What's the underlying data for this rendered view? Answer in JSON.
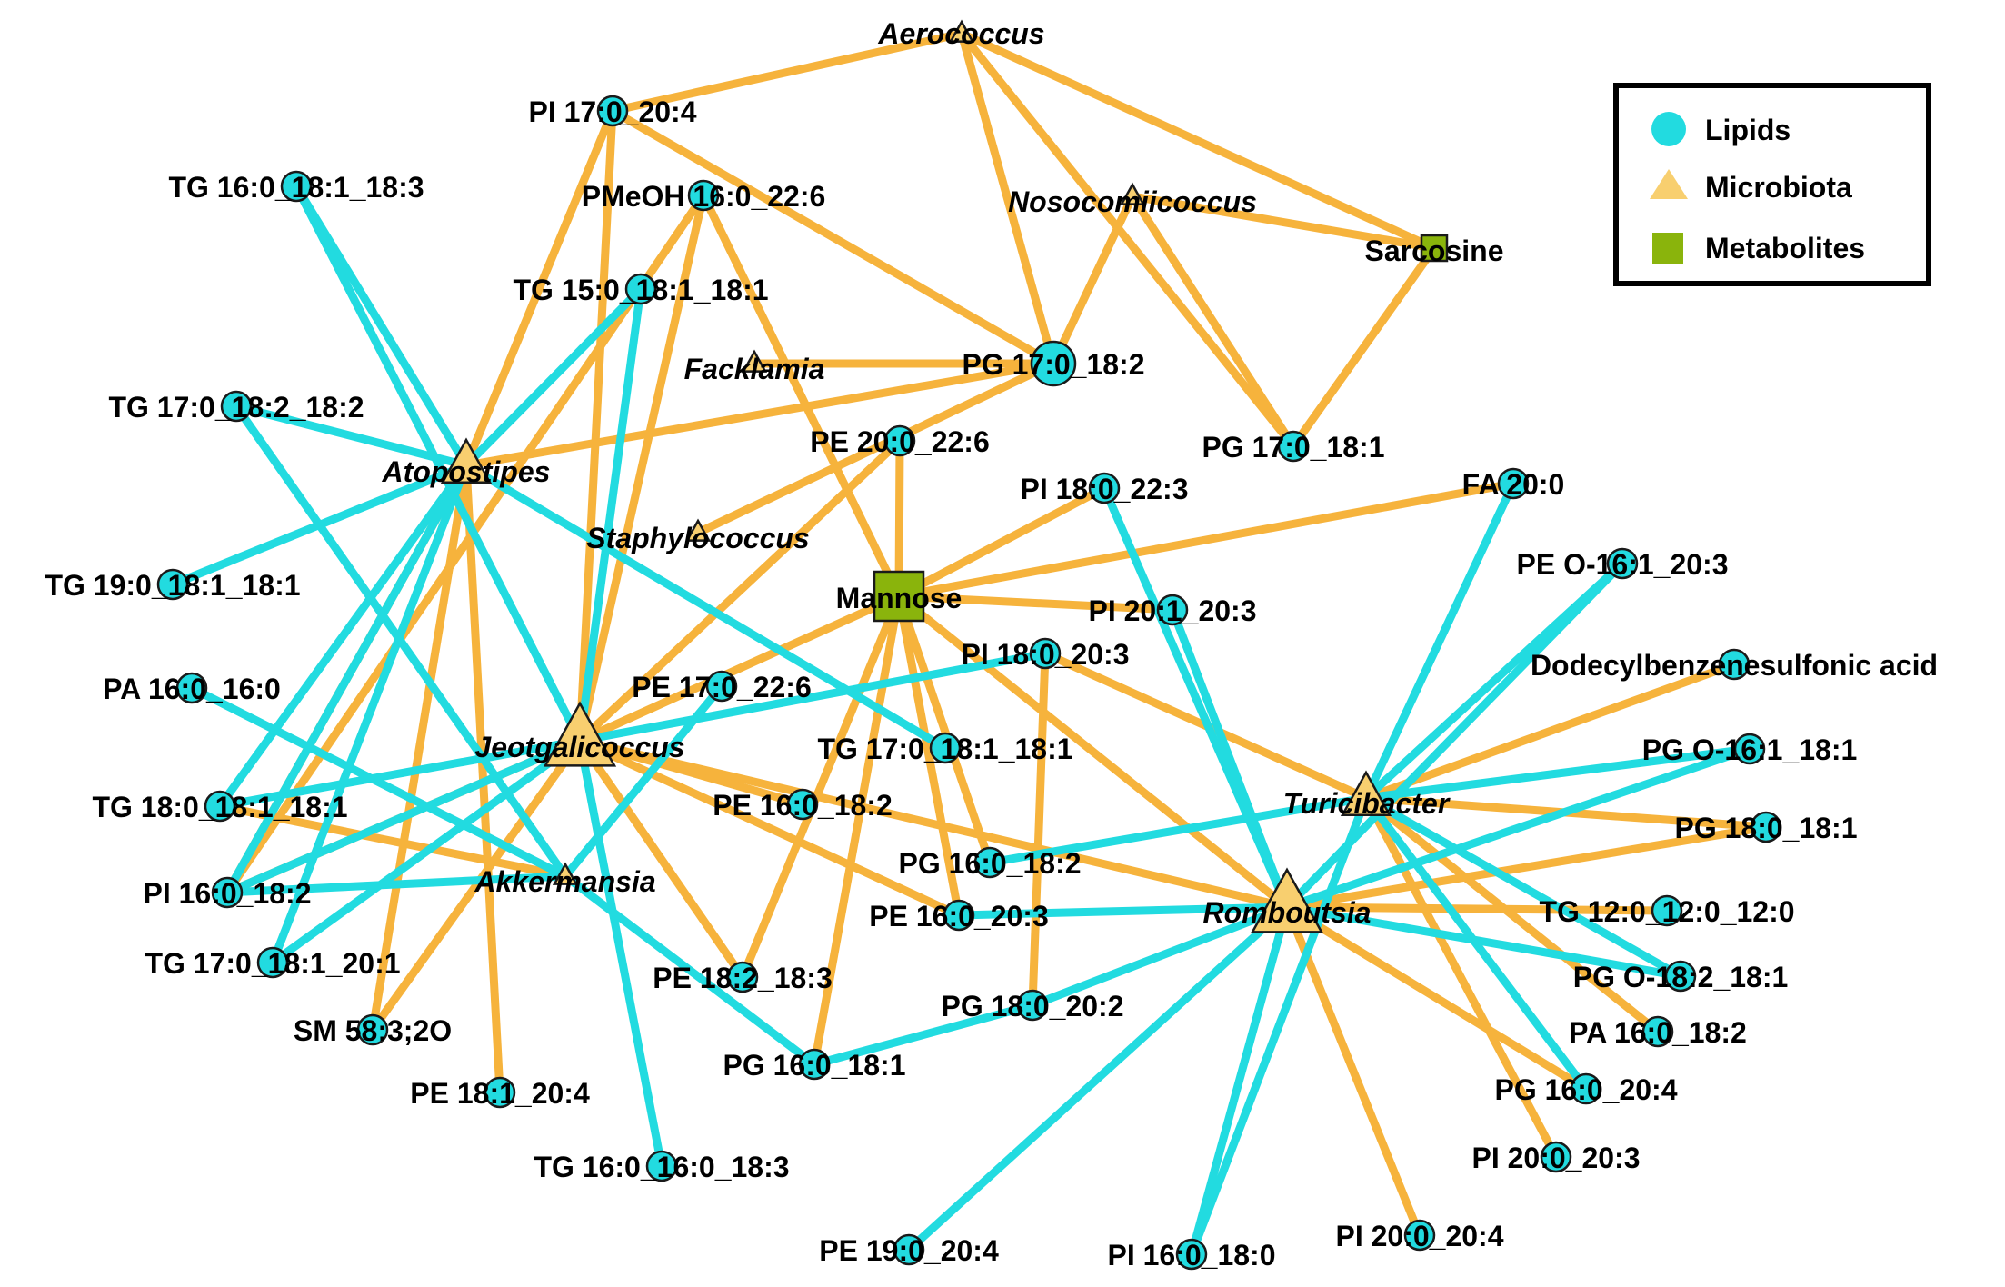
{
  "colors": {
    "lipid": "#22dbe0",
    "microbiota": "#f8cf6f",
    "metabolite": "#8ab40c",
    "edge_positive": "#f6b33c",
    "edge_negative": "#22dbe0",
    "node_stroke": "#1a1a1a"
  },
  "legend": [
    {
      "key": "lipid",
      "label": "Lipids",
      "shape": "circle"
    },
    {
      "key": "microbiota",
      "label": "Microbiota",
      "shape": "triangle"
    },
    {
      "key": "metabolite",
      "label": "Metabolites",
      "shape": "square"
    }
  ],
  "nodes": [
    {
      "id": "aerococcus",
      "label": "Aerococcus",
      "type": "microbiota",
      "size": "small"
    },
    {
      "id": "nosocomiicoccus",
      "label": "Nosocomiicoccus",
      "type": "microbiota",
      "size": "small"
    },
    {
      "id": "facklamia",
      "label": "Facklamia",
      "type": "microbiota",
      "size": "small"
    },
    {
      "id": "staphylococcus",
      "label": "Staphylococcus",
      "type": "microbiota",
      "size": "small"
    },
    {
      "id": "atopostipes",
      "label": "Atopostipes",
      "type": "microbiota",
      "size": "medium"
    },
    {
      "id": "jeotgalicoccus",
      "label": "Jeotgalicoccus",
      "type": "microbiota",
      "size": "large"
    },
    {
      "id": "akkermansia",
      "label": "Akkermansia",
      "type": "microbiota",
      "size": "small"
    },
    {
      "id": "turicibacter",
      "label": "Turicibacter",
      "type": "microbiota",
      "size": "medium"
    },
    {
      "id": "romboutsia",
      "label": "Romboutsia",
      "type": "microbiota",
      "size": "large"
    },
    {
      "id": "sarcosine",
      "label": "Sarcosine",
      "type": "metabolite",
      "size": "small"
    },
    {
      "id": "mannose",
      "label": "Mannose",
      "type": "metabolite",
      "size": "large"
    },
    {
      "id": "pi17_204",
      "label": "PI 17:0_20:4",
      "type": "lipid"
    },
    {
      "id": "tg16_181_183",
      "label": "TG 16:0_18:1_18:3",
      "type": "lipid"
    },
    {
      "id": "pmeoh",
      "label": "PMeOH 16:0_22:6",
      "type": "lipid"
    },
    {
      "id": "tg15",
      "label": "TG 15:0_18:1_18:1",
      "type": "lipid"
    },
    {
      "id": "pg17_182",
      "label": "PG 17:0_18:2",
      "type": "lipid",
      "size": "large"
    },
    {
      "id": "tg17_182",
      "label": "TG 17:0_18:2_18:2",
      "type": "lipid"
    },
    {
      "id": "pe20_226",
      "label": "PE 20:0_22:6",
      "type": "lipid"
    },
    {
      "id": "pg17_181",
      "label": "PG 17:0_18:1",
      "type": "lipid"
    },
    {
      "id": "pi18_223",
      "label": "PI 18:0_22:3",
      "type": "lipid"
    },
    {
      "id": "fa20",
      "label": "FA 20:0",
      "type": "lipid"
    },
    {
      "id": "tg19",
      "label": "TG 19:0_18:1_18:1",
      "type": "lipid"
    },
    {
      "id": "peo16",
      "label": "PE O-16:1_20:3",
      "type": "lipid"
    },
    {
      "id": "pi20_203",
      "label": "PI 20:1_20:3",
      "type": "lipid"
    },
    {
      "id": "pi18_203",
      "label": "PI 18:0_20:3",
      "type": "lipid"
    },
    {
      "id": "dodecyl",
      "label": "Dodecylbenzenesulfonic acid",
      "type": "lipid"
    },
    {
      "id": "pa16_160",
      "label": "PA 16:0_16:0",
      "type": "lipid"
    },
    {
      "id": "pe17_226",
      "label": "PE 17:0_22:6",
      "type": "lipid"
    },
    {
      "id": "tg17_181",
      "label": "TG 17:0_18:1_18:1",
      "type": "lipid"
    },
    {
      "id": "pgo16",
      "label": "PG O-16:1_18:1",
      "type": "lipid"
    },
    {
      "id": "tg18",
      "label": "TG 18:0_18:1_18:1",
      "type": "lipid"
    },
    {
      "id": "pe16_182",
      "label": "PE 16:0_18:2",
      "type": "lipid"
    },
    {
      "id": "pg18_181",
      "label": "PG 18:0_18:1",
      "type": "lipid"
    },
    {
      "id": "pi16_182",
      "label": "PI 16:0_18:2",
      "type": "lipid"
    },
    {
      "id": "pg16_182",
      "label": "PG 16:0_18:2",
      "type": "lipid"
    },
    {
      "id": "tg12",
      "label": "TG 12:0_12:0_12:0",
      "type": "lipid"
    },
    {
      "id": "tg17_201",
      "label": "TG 17:0_18:1_20:1",
      "type": "lipid"
    },
    {
      "id": "pe16_203",
      "label": "PE 16:0_20:3",
      "type": "lipid"
    },
    {
      "id": "pgo18",
      "label": "PG O-18:2_18:1",
      "type": "lipid"
    },
    {
      "id": "pe18_183",
      "label": "PE 18:2_18:3",
      "type": "lipid"
    },
    {
      "id": "sm58",
      "label": "SM 58:3;2O",
      "type": "lipid"
    },
    {
      "id": "pg18_202",
      "label": "PG 18:0_20:2",
      "type": "lipid"
    },
    {
      "id": "pa16_182",
      "label": "PA 16:0_18:2",
      "type": "lipid"
    },
    {
      "id": "pg16_181",
      "label": "PG 16:0_18:1",
      "type": "lipid"
    },
    {
      "id": "pe18_204",
      "label": "PE 18:1_20:4",
      "type": "lipid"
    },
    {
      "id": "pg16_204",
      "label": "PG 16:0_20:4",
      "type": "lipid"
    },
    {
      "id": "pi20_2003",
      "label": "PI 20:0_20:3",
      "type": "lipid"
    },
    {
      "id": "tg16_160_183",
      "label": "TG 16:0_16:0_18:3",
      "type": "lipid"
    },
    {
      "id": "pi20_204",
      "label": "PI 20:0_20:4",
      "type": "lipid"
    },
    {
      "id": "pe19",
      "label": "PE 19:0_20:4",
      "type": "lipid"
    },
    {
      "id": "pi16_180",
      "label": "PI 16:0_18:0",
      "type": "lipid"
    }
  ],
  "edges": [
    [
      "aerococcus",
      "pi17_204",
      "positive"
    ],
    [
      "aerococcus",
      "pg17_182",
      "positive"
    ],
    [
      "aerococcus",
      "sarcosine",
      "positive"
    ],
    [
      "aerococcus",
      "pg17_181",
      "positive"
    ],
    [
      "nosocomiicoccus",
      "sarcosine",
      "positive"
    ],
    [
      "nosocomiicoccus",
      "pg17_182",
      "positive"
    ],
    [
      "nosocomiicoccus",
      "pg17_181",
      "positive"
    ],
    [
      "sarcosine",
      "pg17_181",
      "positive"
    ],
    [
      "pi17_204",
      "atopostipes",
      "positive"
    ],
    [
      "pi17_204",
      "jeotgalicoccus",
      "positive"
    ],
    [
      "pi17_204",
      "pg17_182",
      "positive"
    ],
    [
      "pmeoh",
      "jeotgalicoccus",
      "positive"
    ],
    [
      "pmeoh",
      "mannose",
      "positive"
    ],
    [
      "pmeoh",
      "pi16_182",
      "positive"
    ],
    [
      "facklamia",
      "pg17_182",
      "positive"
    ],
    [
      "atopostipes",
      "pg17_182",
      "positive"
    ],
    [
      "staphylococcus",
      "pg17_182",
      "positive"
    ],
    [
      "mannose",
      "pe20_226",
      "positive"
    ],
    [
      "mannose",
      "fa20",
      "positive"
    ],
    [
      "mannose",
      "pi18_223",
      "positive"
    ],
    [
      "mannose",
      "pi20_203",
      "positive"
    ],
    [
      "mannose",
      "jeotgalicoccus",
      "positive"
    ],
    [
      "mannose",
      "pe18_183",
      "positive"
    ],
    [
      "mannose",
      "pg16_181",
      "positive"
    ],
    [
      "mannose",
      "pg16_182",
      "positive"
    ],
    [
      "mannose",
      "pe16_203",
      "positive"
    ],
    [
      "mannose",
      "romboutsia",
      "positive"
    ],
    [
      "pe20_226",
      "jeotgalicoccus",
      "positive"
    ],
    [
      "atopostipes",
      "pi16_182",
      "positive"
    ],
    [
      "atopostipes",
      "sm58",
      "positive"
    ],
    [
      "atopostipes",
      "pe18_204",
      "positive"
    ],
    [
      "jeotgalicoccus",
      "pe16_182",
      "positive"
    ],
    [
      "jeotgalicoccus",
      "pe16_203",
      "positive"
    ],
    [
      "jeotgalicoccus",
      "pe18_183",
      "positive"
    ],
    [
      "jeotgalicoccus",
      "sm58",
      "positive"
    ],
    [
      "jeotgalicoccus",
      "pi16_182",
      "positive"
    ],
    [
      "jeotgalicoccus",
      "romboutsia",
      "positive"
    ],
    [
      "akkermansia",
      "tg18",
      "positive"
    ],
    [
      "pi18_203",
      "turicibacter",
      "positive"
    ],
    [
      "pi18_203",
      "pg18_202",
      "positive"
    ],
    [
      "turicibacter",
      "dodecyl",
      "positive"
    ],
    [
      "turicibacter",
      "pg18_181",
      "positive"
    ],
    [
      "turicibacter",
      "pa16_182",
      "positive"
    ],
    [
      "turicibacter",
      "pi20_2003",
      "positive"
    ],
    [
      "romboutsia",
      "pg18_181",
      "positive"
    ],
    [
      "romboutsia",
      "tg12",
      "positive"
    ],
    [
      "romboutsia",
      "pg16_204",
      "positive"
    ],
    [
      "romboutsia",
      "pi20_204",
      "positive"
    ],
    [
      "tg16_181_183",
      "atopostipes",
      "negative"
    ],
    [
      "tg16_181_183",
      "jeotgalicoccus",
      "negative"
    ],
    [
      "tg15",
      "atopostipes",
      "negative"
    ],
    [
      "tg15",
      "jeotgalicoccus",
      "negative"
    ],
    [
      "tg17_182",
      "atopostipes",
      "negative"
    ],
    [
      "tg17_182",
      "akkermansia",
      "negative"
    ],
    [
      "tg19",
      "atopostipes",
      "negative"
    ],
    [
      "atopostipes",
      "tg18",
      "negative"
    ],
    [
      "atopostipes",
      "tg17_201",
      "negative"
    ],
    [
      "atopostipes",
      "tg17_181",
      "negative"
    ],
    [
      "atopostipes",
      "pi16_182",
      "negative"
    ],
    [
      "pa16_160",
      "akkermansia",
      "negative"
    ],
    [
      "jeotgalicoccus",
      "tg18",
      "negative"
    ],
    [
      "jeotgalicoccus",
      "pi18_203",
      "negative"
    ],
    [
      "jeotgalicoccus",
      "tg17_201",
      "negative"
    ],
    [
      "jeotgalicoccus",
      "tg16_160_183",
      "negative"
    ],
    [
      "jeotgalicoccus",
      "pi16_182",
      "negative"
    ],
    [
      "pe17_226",
      "akkermansia",
      "negative"
    ],
    [
      "akkermansia",
      "pi16_182",
      "negative"
    ],
    [
      "akkermansia",
      "pg16_181",
      "negative"
    ],
    [
      "pg16_181",
      "pg18_202",
      "negative"
    ],
    [
      "pg16_182",
      "turicibacter",
      "negative"
    ],
    [
      "pi18_223",
      "romboutsia",
      "negative"
    ],
    [
      "pi20_203",
      "romboutsia",
      "negative"
    ],
    [
      "fa20",
      "turicibacter",
      "negative"
    ],
    [
      "peo16",
      "turicibacter",
      "negative"
    ],
    [
      "peo16",
      "romboutsia",
      "negative"
    ],
    [
      "pgo16",
      "turicibacter",
      "negative"
    ],
    [
      "pgo16",
      "romboutsia",
      "negative"
    ],
    [
      "turicibacter",
      "pgo18",
      "negative"
    ],
    [
      "turicibacter",
      "pg16_204",
      "negative"
    ],
    [
      "turicibacter",
      "pi16_180",
      "negative"
    ],
    [
      "pe16_203",
      "romboutsia",
      "negative"
    ],
    [
      "pg18_202",
      "romboutsia",
      "negative"
    ],
    [
      "romboutsia",
      "pgo18",
      "negative"
    ],
    [
      "romboutsia",
      "pe19",
      "negative"
    ],
    [
      "romboutsia",
      "pi16_180",
      "negative"
    ]
  ]
}
